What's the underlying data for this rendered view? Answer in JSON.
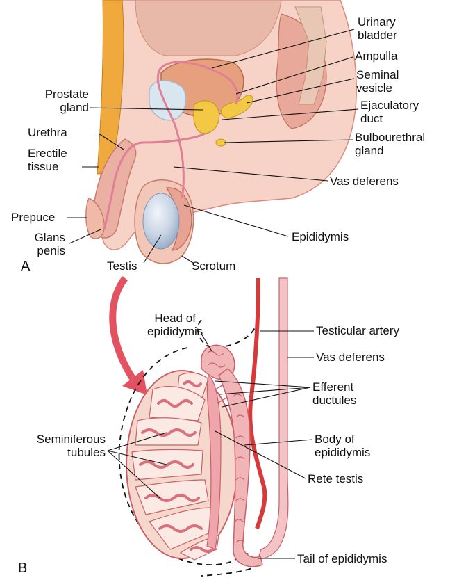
{
  "panels": {
    "a": "A",
    "b": "B"
  },
  "labels_a": {
    "urinary_bladder": [
      "Urinary",
      "bladder"
    ],
    "ampulla": [
      "Ampulla"
    ],
    "seminal_vesicle": [
      "Seminal",
      "vesicle"
    ],
    "ejaculatory_duct": [
      "Ejaculatory",
      "duct"
    ],
    "bulbourethral_gland": [
      "Bulbourethral",
      "gland"
    ],
    "vas_deferens": [
      "Vas deferens"
    ],
    "epididymis": [
      "Epididymis"
    ],
    "prostate_gland": [
      "Prostate",
      "gland"
    ],
    "urethra": [
      "Urethra"
    ],
    "erectile_tissue": [
      "Erectile",
      "tissue"
    ],
    "prepuce": [
      "Prepuce"
    ],
    "glans_penis": [
      "Glans",
      "penis"
    ],
    "testis": [
      "Testis"
    ],
    "scrotum": [
      "Scrotum"
    ]
  },
  "labels_b": {
    "head_of_epididymis": [
      "Head of",
      "epididymis"
    ],
    "testicular_artery": [
      "Testicular artery"
    ],
    "vas_deferens": [
      "Vas deferens"
    ],
    "efferent_ductules": [
      "Efferent",
      "ductules"
    ],
    "seminiferous_tubules": [
      "Seminiferous",
      "tubules"
    ],
    "body_of_epididymis": [
      "Body of",
      "epididymis"
    ],
    "rete_testis": [
      "Rete testis"
    ],
    "tail_of_epididymis": [
      "Tail of epididymis"
    ]
  },
  "colors": {
    "skin": "#f6d3c6",
    "tissue": "#eab0a3",
    "bladder": "#e7a07e",
    "gland": "#f3c844",
    "spine": "#f0a93c",
    "testis": "#b9c8dc",
    "duct": "#e07f95",
    "artery": "#d63a3a",
    "arrow": "#e35260",
    "tubule": "#e9969a"
  }
}
